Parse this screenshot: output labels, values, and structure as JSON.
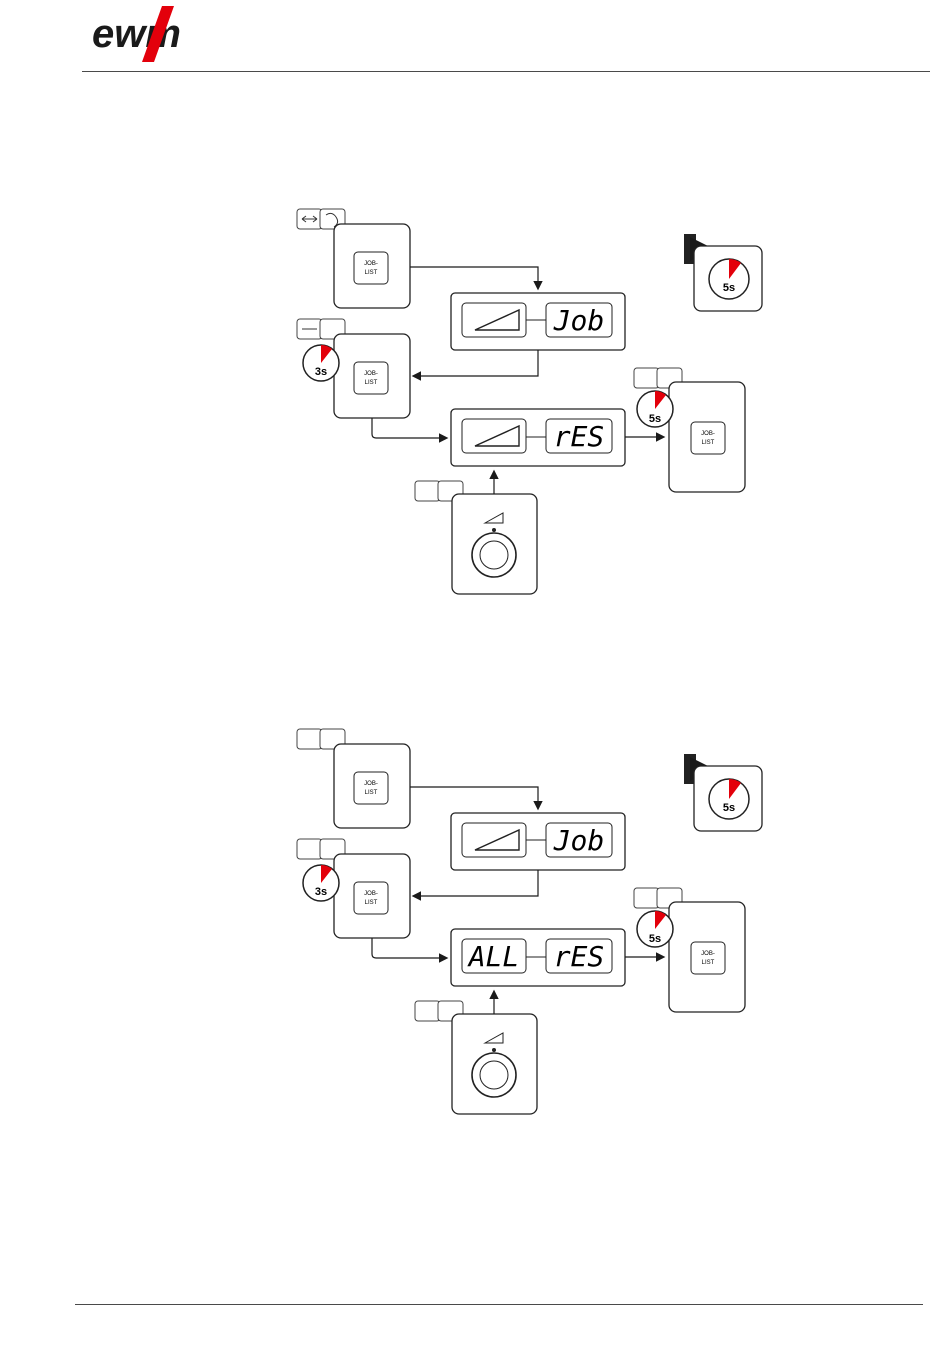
{
  "brand": {
    "logo_text": "ewm",
    "accent_color": "#e3000b"
  },
  "diagrams": [
    {
      "button_label_line1": "JOB-",
      "button_label_line2": "LIST",
      "display_top": {
        "left": "ramp-symbol",
        "right": "Job"
      },
      "display_bottom": {
        "left": "ramp-symbol",
        "right": "rES"
      },
      "timer_3s": "3s",
      "timer_5s": "5s",
      "exit_timer": "5s"
    },
    {
      "button_label_line1": "JOB-",
      "button_label_line2": "LIST",
      "display_top": {
        "left": "ramp-symbol",
        "right": "Job"
      },
      "display_bottom": {
        "left": "ALL",
        "right": "rES"
      },
      "timer_3s": "3s",
      "timer_5s": "5s",
      "exit_timer": "5s"
    }
  ],
  "icons": [
    "toggle-arrows-icon",
    "press-hand-icon",
    "rotate-hand-icon",
    "stopwatch-icon",
    "exit-door-icon",
    "ramp-icon",
    "control-knob-icon"
  ]
}
